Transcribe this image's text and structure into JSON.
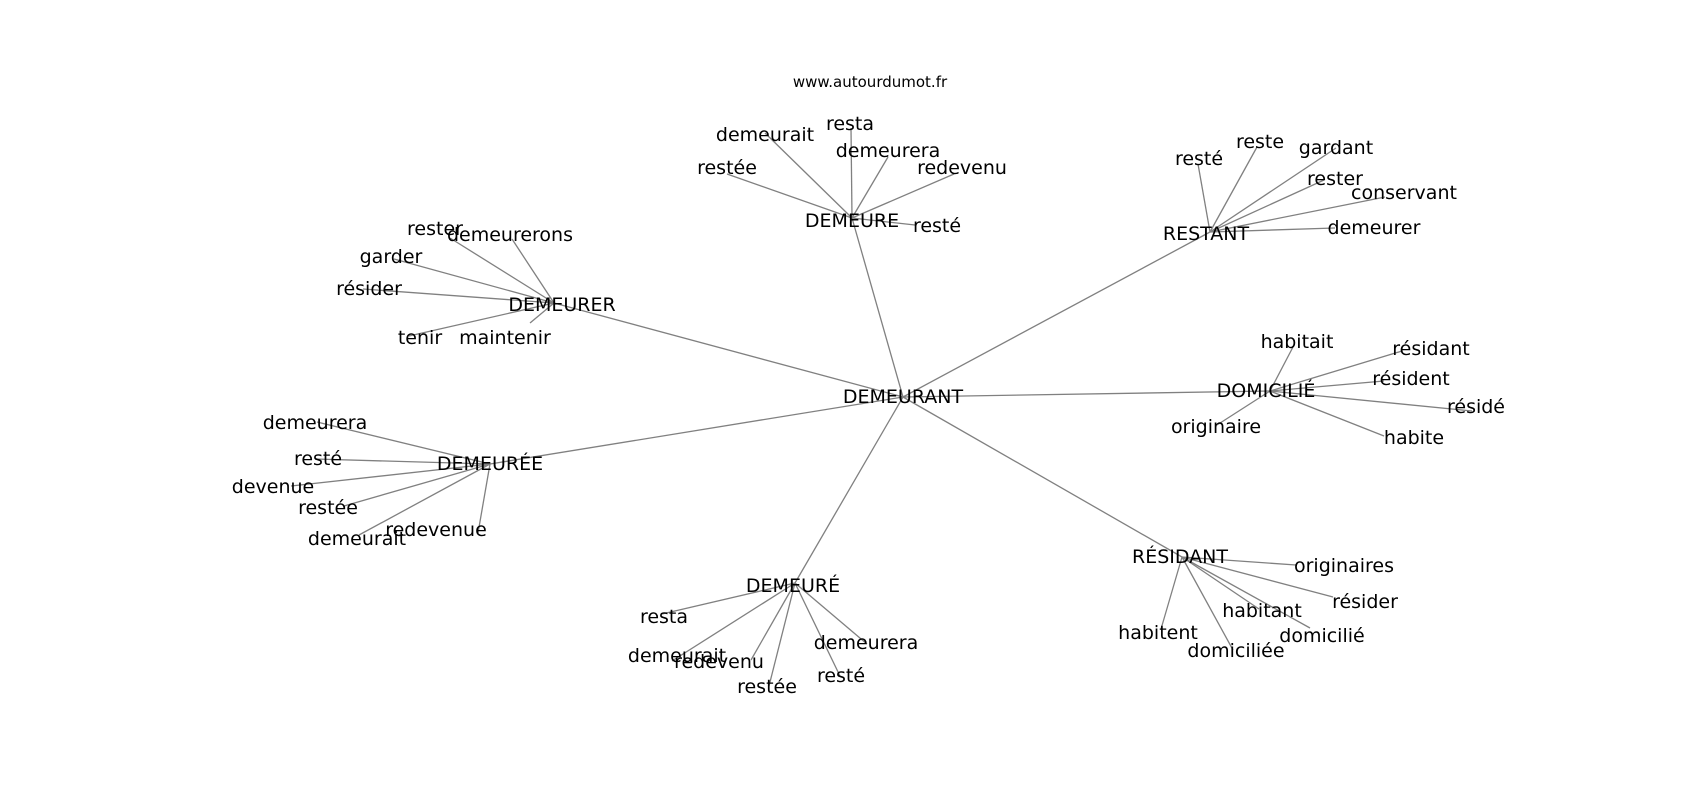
{
  "watermark": "www.autourdumot.fr",
  "edge_color": "#808080",
  "graph": {
    "root": "DEMEURANT",
    "hubs": [
      {
        "label": "DEMEURE",
        "leaves": [
          "demeurait",
          "resta",
          "demeurera",
          "restée",
          "redevenu",
          "resté"
        ]
      },
      {
        "label": "RESTANT",
        "leaves": [
          "resté",
          "reste",
          "gardant",
          "rester",
          "conservant",
          "demeurer"
        ]
      },
      {
        "label": "DEMEURER",
        "leaves": [
          "rester",
          "demeurerons",
          "garder",
          "résider",
          "tenir",
          "maintenir"
        ]
      },
      {
        "label": "DOMICILIÉ",
        "leaves": [
          "habitait",
          "résidant",
          "résident",
          "résidé",
          "originaire",
          "habite"
        ]
      },
      {
        "label": "DEMEURÉE",
        "leaves": [
          "demeurera",
          "resté",
          "devenue",
          "restée",
          "redevenue",
          "demeurait"
        ]
      },
      {
        "label": "RÉSIDANT",
        "leaves": [
          "originaires",
          "résider",
          "habitant",
          "domicilié",
          "habitent",
          "domiciliée"
        ]
      },
      {
        "label": "DEMEURÉ",
        "leaves": [
          "resta",
          "demeurait",
          "redevenu",
          "restée",
          "demeurera",
          "resté"
        ]
      }
    ]
  }
}
